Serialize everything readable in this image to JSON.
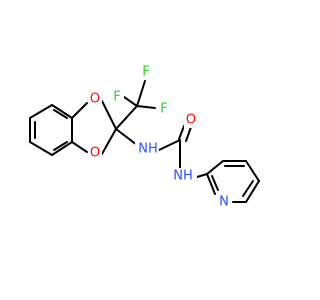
{
  "molecule": {
    "colors": {
      "bond": "#000000",
      "O": "#ff0d0d",
      "N": "#3050f8",
      "F": "#33cc33"
    },
    "atom_labels": {
      "o_top": "O",
      "o_bottom": "O",
      "o_carbonyl": "O",
      "nh_left": "NH",
      "nh_right": "NH",
      "n_pyridine": "N",
      "f_top": "F",
      "f_left": "F",
      "f_right": "F"
    }
  }
}
